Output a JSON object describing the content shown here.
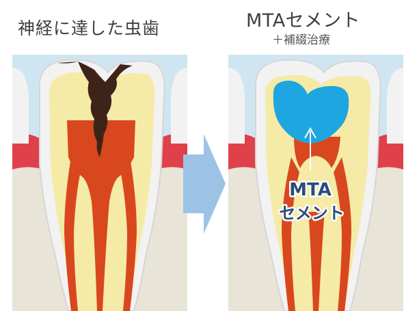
{
  "left": {
    "title": "神経に達した虫歯"
  },
  "right": {
    "title": "MTAセメント",
    "subtitle": "＋補綴治療",
    "label_line1": "MTA",
    "label_line2": "セメント"
  },
  "colors": {
    "sky": "#cfe6f2",
    "gum_red": "#e0404a",
    "bone": "#e8e4d8",
    "enamel": "#f2f2f2",
    "dentin": "#f5eaa6",
    "pulp": "#d9471e",
    "cavity": "#3e2418",
    "mta": "#1ea6e0",
    "arrow": "#9cc3e6",
    "label": "#2b4d7a"
  }
}
